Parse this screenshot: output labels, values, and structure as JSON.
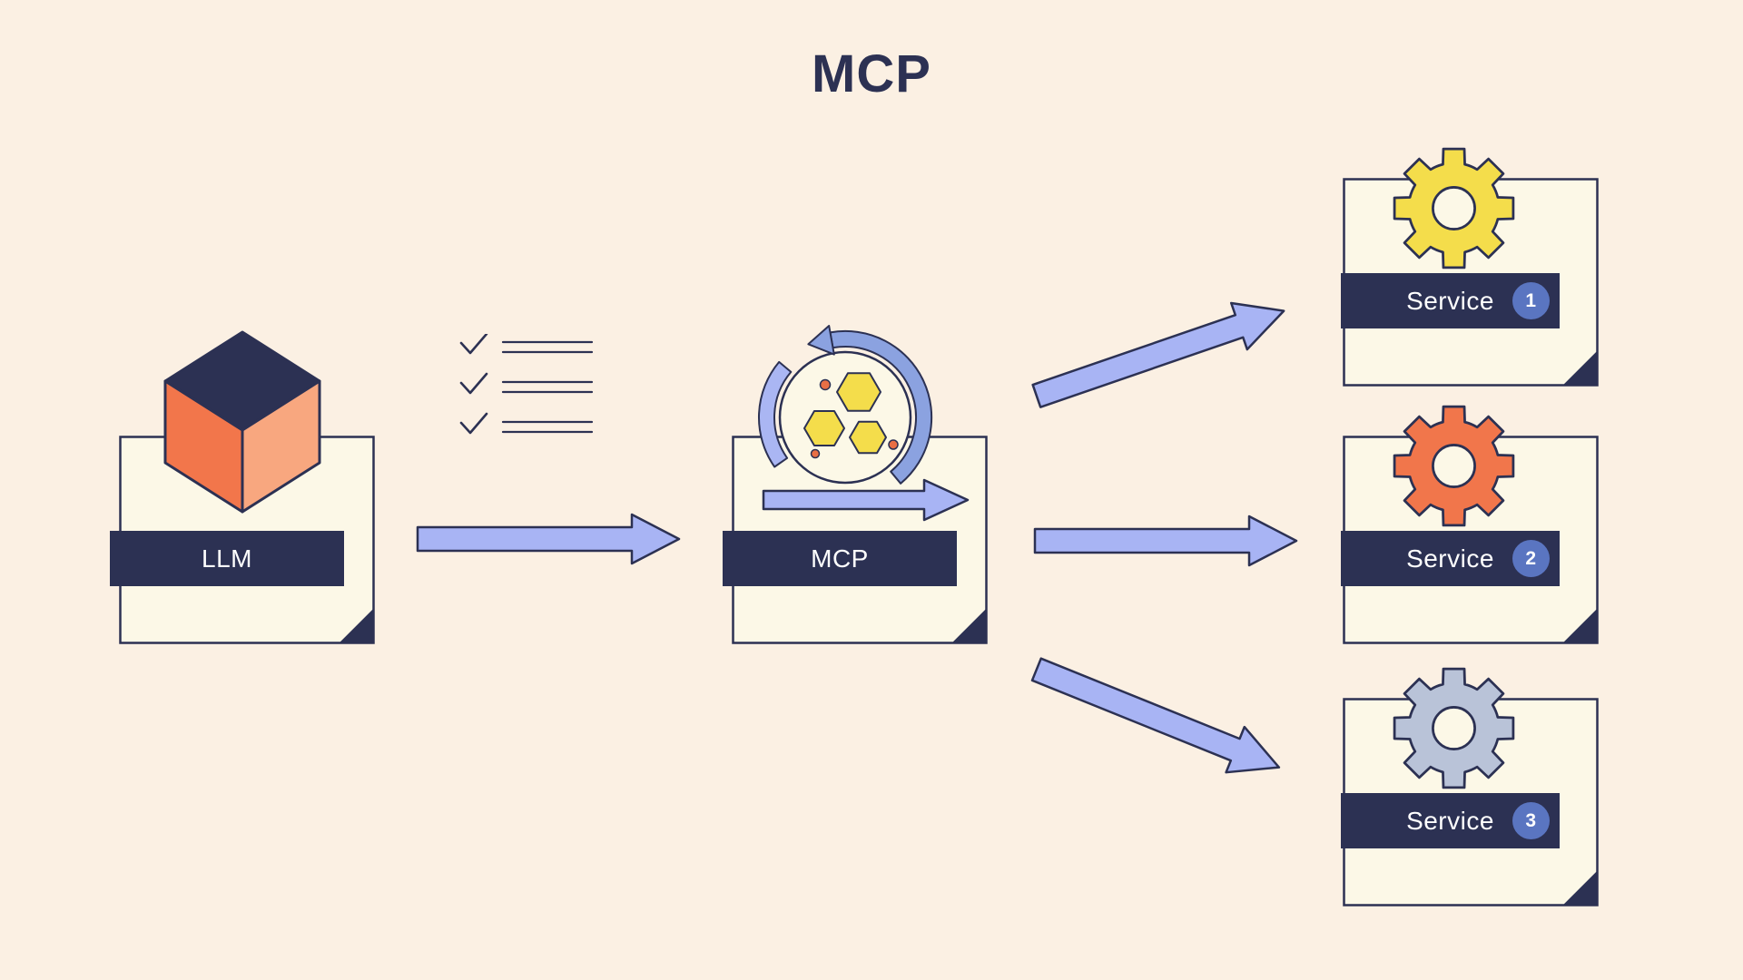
{
  "title": "MCP",
  "colors": {
    "background": "#fbf0e3",
    "card": "#fcf8e7",
    "navy": "#2c3153",
    "arrow": "#a8b4f4",
    "arc_blue": "#8ba2e0",
    "arc_light": "#aab6f3",
    "cube_top": "#2c3153",
    "cube_front": "#f2764b",
    "cube_side": "#f8a77f",
    "hex_yellow": "#f4dd4b",
    "dot_orange": "#e96f45",
    "badge_blue": "#5a75c1",
    "banner_text": "#ffffff"
  },
  "nodes": {
    "llm": {
      "label": "LLM",
      "icon": "cube-icon"
    },
    "mcp": {
      "label": "MCP",
      "icon": "process-cycle-icon"
    },
    "services": [
      {
        "label": "Service",
        "badge": "1",
        "icon": "gear-icon",
        "gear_color": "#f4dd4b"
      },
      {
        "label": "Service",
        "badge": "2",
        "icon": "gear-icon",
        "gear_color": "#f1764b"
      },
      {
        "label": "Service",
        "badge": "3",
        "icon": "gear-icon",
        "gear_color": "#b9c3d8"
      }
    ]
  },
  "connections": [
    {
      "from": "LLM",
      "to": "MCP"
    },
    {
      "from": "MCP",
      "to": "Service 1"
    },
    {
      "from": "MCP",
      "to": "Service 2"
    },
    {
      "from": "MCP",
      "to": "Service 3"
    }
  ],
  "decorations": {
    "checklist_icon": "checklist-icon"
  }
}
